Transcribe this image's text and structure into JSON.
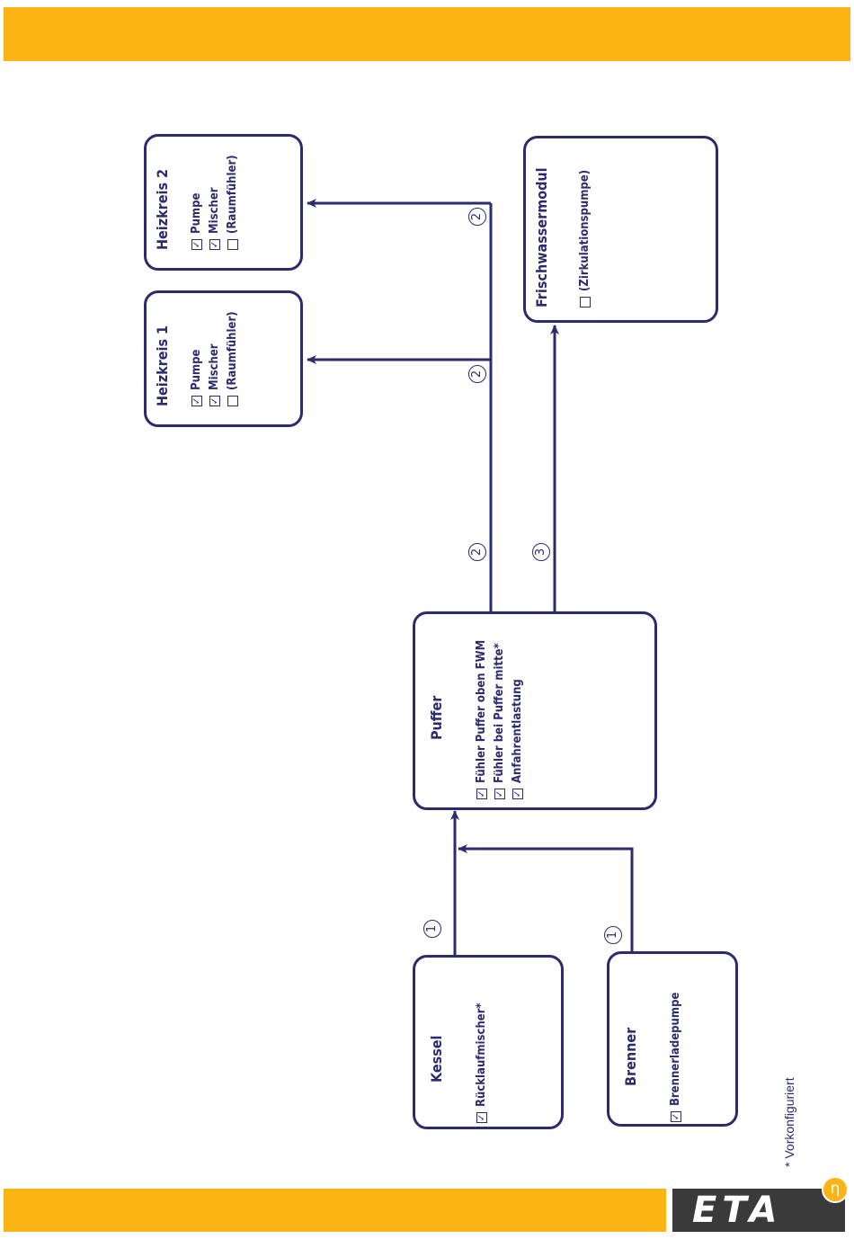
{
  "boxes": {
    "heizkreis2": {
      "title": "Heizkreis 2",
      "items": [
        {
          "label": "Pumpe",
          "checked": true
        },
        {
          "label": "Mischer",
          "checked": true
        },
        {
          "label": "(Raumfühler)",
          "checked": false
        }
      ]
    },
    "heizkreis1": {
      "title": "Heizkreis 1",
      "items": [
        {
          "label": "Pumpe",
          "checked": true
        },
        {
          "label": "Mischer",
          "checked": true
        },
        {
          "label": "(Raumfühler)",
          "checked": false
        }
      ]
    },
    "frischwassermodul": {
      "title": "Frischwassermodul",
      "items": [
        {
          "label": "(Zirkulationspumpe)",
          "checked": false
        }
      ]
    },
    "puffer": {
      "title": "Puffer",
      "items": [
        {
          "label": "Fühler Puffer oben FWM",
          "checked": true
        },
        {
          "label": "Fühler bei Puffer mitte*",
          "checked": true
        },
        {
          "label": "Anfahrentlastung",
          "checked": true
        }
      ]
    },
    "kessel": {
      "title": "Kessel",
      "items": [
        {
          "label": "Rücklaufmischer*",
          "checked": true
        }
      ]
    },
    "brenner": {
      "title": "Brenner",
      "items": [
        {
          "label": "Brennerladepumpe",
          "checked": true
        }
      ]
    }
  },
  "markers": {
    "kessel_puffer": "1",
    "brenner_puffer": "1",
    "puffer_heizkreise": "2",
    "heizkreis1": "2",
    "heizkreis2": "2",
    "frischwasser": "3"
  },
  "footnote": "* Vorkonfiguriert",
  "logo": {
    "text": "ETA",
    "badge": "η"
  },
  "colors": {
    "accent": "#fbb413",
    "line": "#2b2b6e",
    "logo_bg": "#3a3a3a"
  }
}
